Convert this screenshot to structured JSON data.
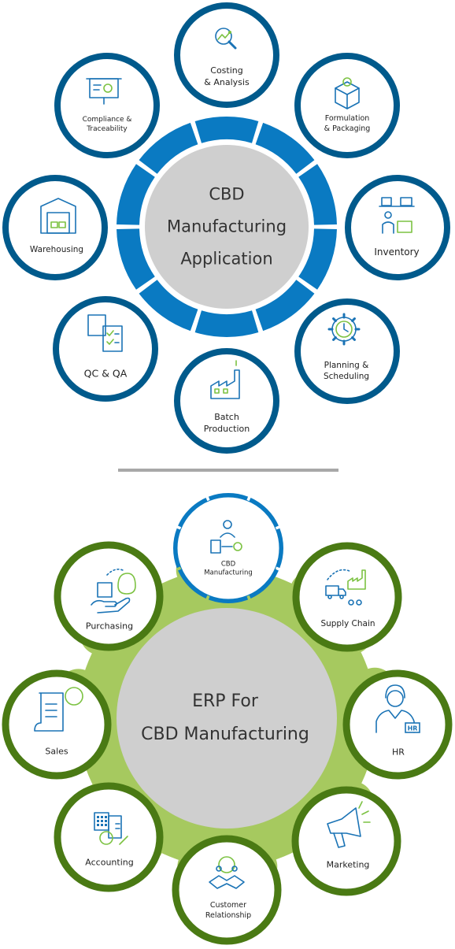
{
  "diagram1": {
    "title": "CBD\nManufacturing\nApplication",
    "nodes": [
      {
        "key": "costing",
        "label": "Costing\n& Analysis",
        "icon": "magnifier-chart-icon"
      },
      {
        "key": "formulation",
        "label": "Formulation\n& Packaging",
        "icon": "package-box-icon"
      },
      {
        "key": "inventory",
        "label": "Inventory",
        "icon": "inventory-shelves-icon"
      },
      {
        "key": "planning",
        "label": "Planning &\nScheduling",
        "icon": "clock-gear-icon"
      },
      {
        "key": "batch",
        "label": "Batch\nProduction",
        "icon": "factory-icon"
      },
      {
        "key": "qcqa",
        "label": "QC & QA",
        "icon": "clipboard-checklist-icon"
      },
      {
        "key": "warehousing",
        "label": "Warehousing",
        "icon": "warehouse-icon"
      },
      {
        "key": "compliance",
        "label": "Compliance &\nTraceability",
        "icon": "presentation-board-gear-icon"
      }
    ]
  },
  "diagram2": {
    "title": "ERP For\nCBD Manufacturing",
    "top_node": {
      "label": "CBD\nManufacturing",
      "icon": "manager-document-gear-icon"
    },
    "nodes": [
      {
        "key": "supply",
        "label": "Supply Chain",
        "icon": "delivery-truck-factory-icon"
      },
      {
        "key": "hr",
        "label": "HR",
        "icon": "employee-hr-badge-icon"
      },
      {
        "key": "marketing",
        "label": "Marketing",
        "icon": "megaphone-icon"
      },
      {
        "key": "crm",
        "label": "Customer\nRelationship",
        "icon": "handshake-people-icon"
      },
      {
        "key": "accounting",
        "label": "Accounting",
        "icon": "calculator-invoice-icon"
      },
      {
        "key": "sales",
        "label": "Sales",
        "icon": "receipt-dollar-icon"
      },
      {
        "key": "purchasing",
        "label": "Purchasing",
        "icon": "hand-money-bag-icon"
      }
    ]
  },
  "colors": {
    "dark_blue": "#005a8c",
    "mid_blue": "#0a7ac2",
    "center_grey": "#cfcfcf",
    "divider_grey": "#a8a8a8",
    "dark_green": "#4a7a14",
    "light_green": "#a6c95f",
    "icon_blue": "#1a73b5",
    "icon_green": "#7cc242"
  }
}
